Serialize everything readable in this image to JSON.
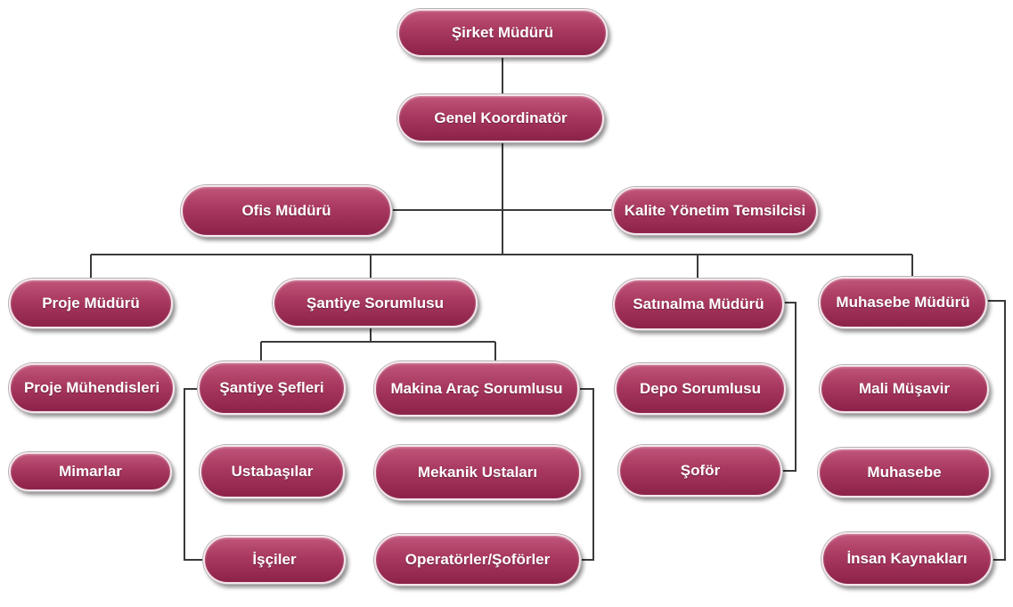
{
  "nodes": {
    "sirket_muduru": "Şirket Müdürü",
    "genel_koordinator": "Genel Koordinatör",
    "ofis_muduru": "Ofis Müdürü",
    "kalite_yonetim_temsilcisi": "Kalite Yönetim Temsilcisi",
    "proje_muduru": "Proje Müdürü",
    "santiye_sorumlusu": "Şantiye Sorumlusu",
    "satinalma_muduru": "Satınalma Müdürü",
    "muhasebe_muduru": "Muhasebe Müdürü",
    "proje_muhendisleri": "Proje Mühendisleri",
    "mimarlar": "Mimarlar",
    "santiye_sefleri": "Şantiye Şefleri",
    "ustabasilar": "Ustabaşılar",
    "isciler": "İşçiler",
    "makina_arac_sorumlusu": "Makina Araç Sorumlusu",
    "mekanik_ustalari": "Mekanik Ustaları",
    "operatorler_soforler": "Operatörler/Şoförler",
    "depo_sorumlusu": "Depo Sorumlusu",
    "sofor": "Şoför",
    "mali_musavir": "Mali Müşavir",
    "muhasebe": "Muhasebe",
    "insan_kaynaklari": "İnsan Kaynakları"
  },
  "colors": {
    "node_fill": "#a8385f",
    "node_border": "#f3e6ec",
    "node_text": "#ffffff",
    "connector": "#3a3a3a"
  }
}
